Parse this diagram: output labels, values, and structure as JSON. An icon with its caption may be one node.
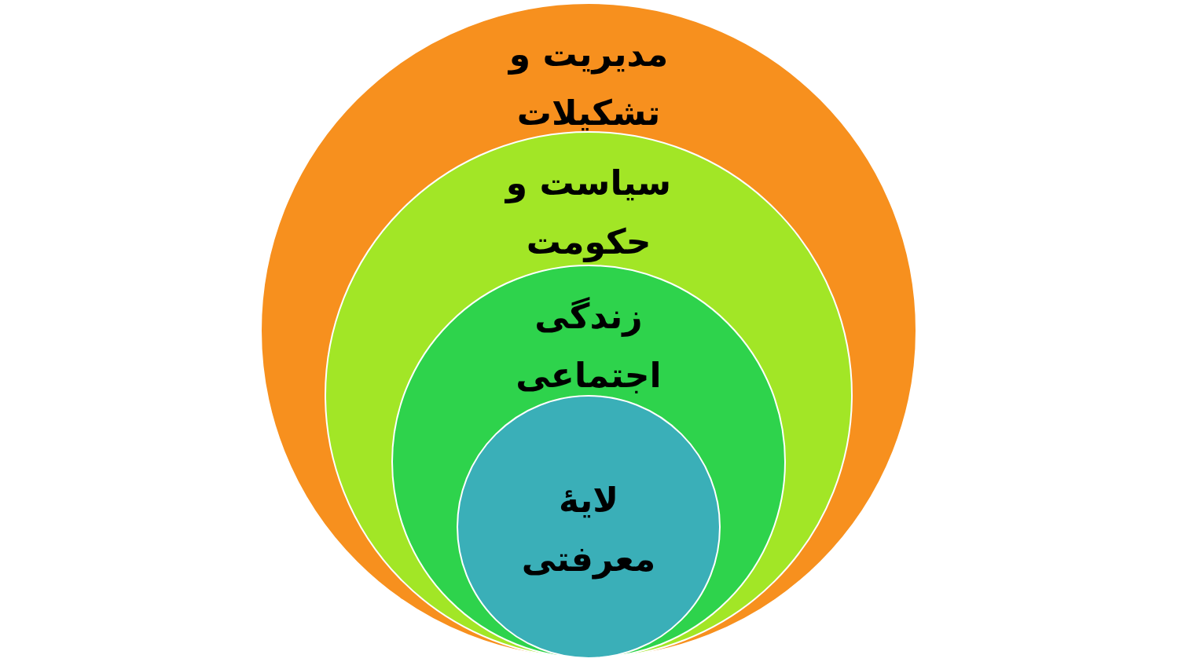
{
  "diagram": {
    "nodes": [
      {
        "text": [
          "مدیریت و تشکیلات"
        ]
      },
      {
        "text": [
          "سیاست و حکومت"
        ],
        "in": 0
      },
      {
        "text": [
          "زندگی اجتماعی"
        ],
        "in": 1
      },
      {
        "text": [
          "لایهٔ معرفتی"
        ],
        "in": 2
      }
    ]
  }
}
